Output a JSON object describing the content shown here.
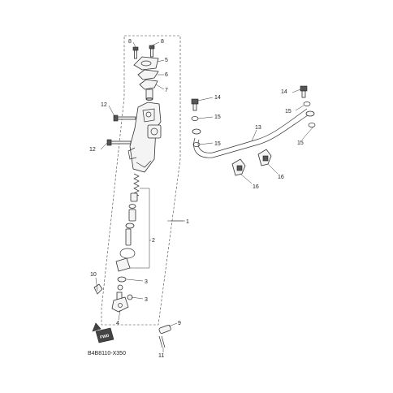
{
  "diagram": {
    "drawing_code": "B4B8110-X350",
    "fwd_badge": "FWD",
    "callouts": {
      "c1": "1",
      "c2": "2",
      "c3a": "3",
      "c3b": "3",
      "c4": "4",
      "c5": "5",
      "c6": "6",
      "c7": "7",
      "c8a": "8",
      "c8b": "8",
      "c9": "9",
      "c10": "10",
      "c11": "11",
      "c12a": "12",
      "c12b": "12",
      "c13": "13",
      "c14a": "14",
      "c14b": "14",
      "c15a": "15",
      "c15b": "15",
      "c15c": "15",
      "c15d": "15",
      "c16a": "16",
      "c16b": "16"
    }
  }
}
